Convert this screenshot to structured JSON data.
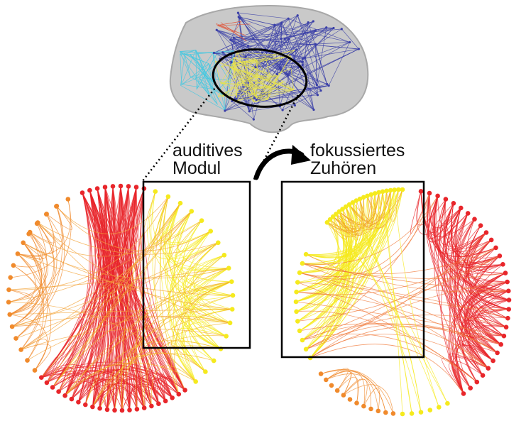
{
  "labels": {
    "auditory_module": [
      "auditives",
      "Modul"
    ],
    "focused_listening": [
      "fokussiertes",
      "Zuhören"
    ]
  },
  "colors": {
    "background": "#ffffff",
    "brain_fill": "#c9c9c9",
    "brain_edges_blue": "#3a3fa8",
    "brain_edges_cyan": "#45c8e0",
    "brain_edges_yellow": "#e6e24a",
    "brain_edges_red": "#e0553a",
    "module_red": "#e8262b",
    "module_orange": "#f08a2c",
    "module_yellow": "#f5ea1e",
    "frame_black": "#000000"
  },
  "icons": [
    "curved-arrow-icon"
  ]
}
